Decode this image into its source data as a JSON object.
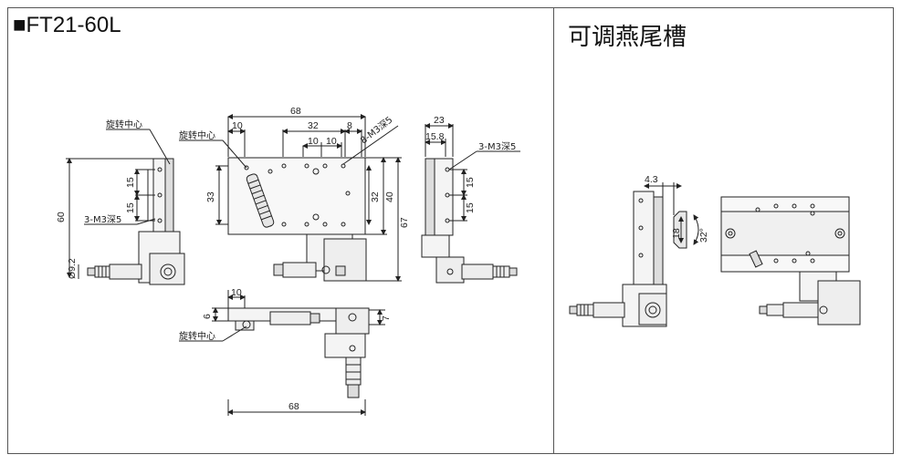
{
  "title": "■FT21-60L",
  "right_title": "可调燕尾槽",
  "labels": {
    "rotation_center": "旋转中心",
    "thread_3m3": "3-M3深5",
    "thread_8m3": "8-M3深5"
  },
  "dims": {
    "d10": "10",
    "d32": "32",
    "d8": "8",
    "d68": "68",
    "d10a": "10",
    "d10b": "10",
    "d33": "33",
    "d32v": "32",
    "d40": "40",
    "d67": "67",
    "d60": "60",
    "d15a": "15",
    "d15b": "15",
    "d9_2": "Ø9.2",
    "d23": "23",
    "d15_8": "15.8",
    "d15c": "15",
    "d15d": "15",
    "d10bot": "10",
    "d6": "6",
    "d7": "7",
    "d68bot": "68",
    "d4_3": "4.3",
    "d18": "18",
    "d32deg": "32°"
  }
}
